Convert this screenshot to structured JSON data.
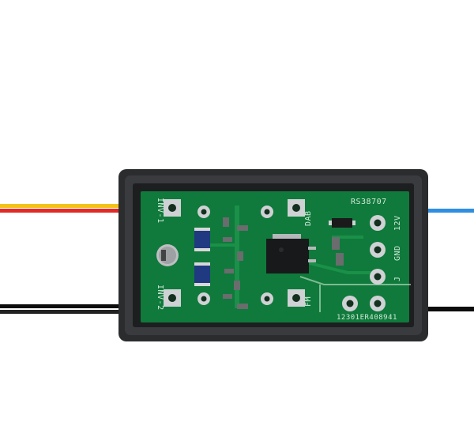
{
  "pcb": {
    "labels": {
      "inv1": "INV-1",
      "inv2": "INV-2",
      "dab": "DAB",
      "fm": "FM",
      "model": "RS38707",
      "v12": "12V",
      "gnd": "GND",
      "j": "J",
      "serial": "12301ER408941"
    }
  },
  "colors": {
    "board": "#0f7a3b",
    "case": "#2b2c2e",
    "wire_red": "#e12a22",
    "wire_yellow": "#f2c21a",
    "wire_blue": "#2f8ee0",
    "wire_black": "#0c0c0c"
  },
  "icons": [
    "electrolytic-capacitor-icon",
    "mosfet-chip-icon",
    "smd-diode-icon"
  ]
}
